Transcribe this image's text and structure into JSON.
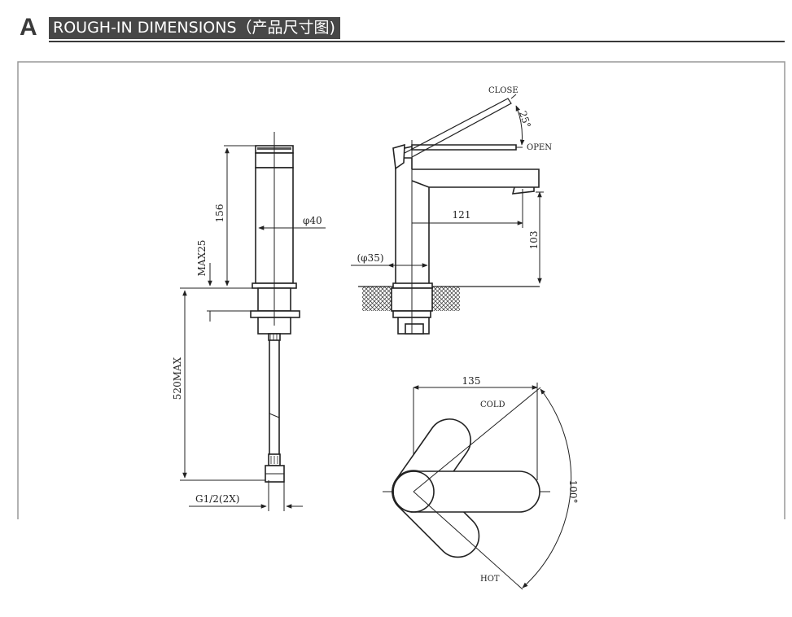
{
  "header": {
    "section_letter": "A",
    "title": "ROUGH-IN  DIMENSIONS（产品尺寸图)"
  },
  "front_view": {
    "height_body": "156",
    "max_deck": "MAX25",
    "hose_length": "520MAX",
    "body_diameter": "φ40",
    "inlet_thread": "G1/2(2X)"
  },
  "side_view": {
    "handle_close": "CLOSE",
    "handle_open": "OPEN",
    "handle_angle": "25°",
    "spout_reach": "121",
    "spout_height": "103",
    "hole_diameter": "(φ35)"
  },
  "top_view": {
    "width": "135",
    "cold": "COLD",
    "hot": "HOT",
    "rotation": "100°"
  }
}
